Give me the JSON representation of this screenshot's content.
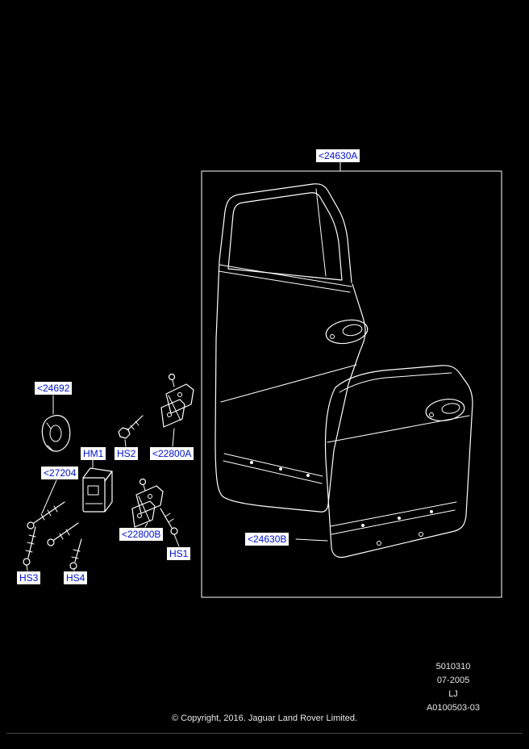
{
  "diagram": {
    "labels": [
      {
        "id": "24630A",
        "text": "<24630A"
      },
      {
        "id": "24692",
        "text": "<24692"
      },
      {
        "id": "HM1",
        "text": "HM1"
      },
      {
        "id": "HS2",
        "text": "HS2"
      },
      {
        "id": "22800A",
        "text": "<22800A"
      },
      {
        "id": "27204",
        "text": "<27204"
      },
      {
        "id": "22800B",
        "text": "<22800B"
      },
      {
        "id": "HS1",
        "text": "HS1"
      },
      {
        "id": "HS3",
        "text": "HS3"
      },
      {
        "id": "HS4",
        "text": "HS4"
      },
      {
        "id": "24630B",
        "text": "<24630B"
      }
    ],
    "colors": {
      "background": "#000000",
      "line": "#ffffff",
      "label_text": "#0012cc",
      "label_bg": "#ffffff",
      "footer_text": "#e8e8e8"
    }
  },
  "ref_block": {
    "code": "5010310",
    "date": "07-2005",
    "model": "LJ",
    "drawing_no": "A0100503-03"
  },
  "copyright": "© Copyright, 2016. Jaguar Land Rover Limited."
}
